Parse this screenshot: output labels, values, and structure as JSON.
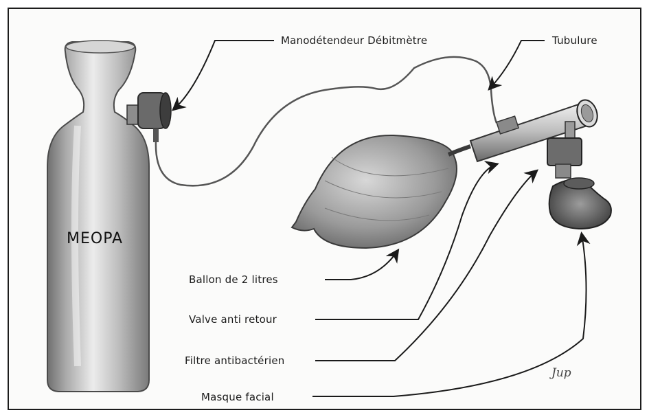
{
  "tank": {
    "text": "MEOPA"
  },
  "labels": {
    "manodetendeur": "Manodétendeur Débitmètre",
    "tubulure": "Tubulure",
    "ballon": "Ballon de 2 litres",
    "valve": "Valve anti retour",
    "filtre": "Filtre antibactérien",
    "masque": "Masque facial"
  },
  "signature": "Jup",
  "colors": {
    "ink": "#1a1a1a",
    "border": "#1c1c1c",
    "paper": "#fbfbfa",
    "pencil": "#8a8a8a"
  }
}
